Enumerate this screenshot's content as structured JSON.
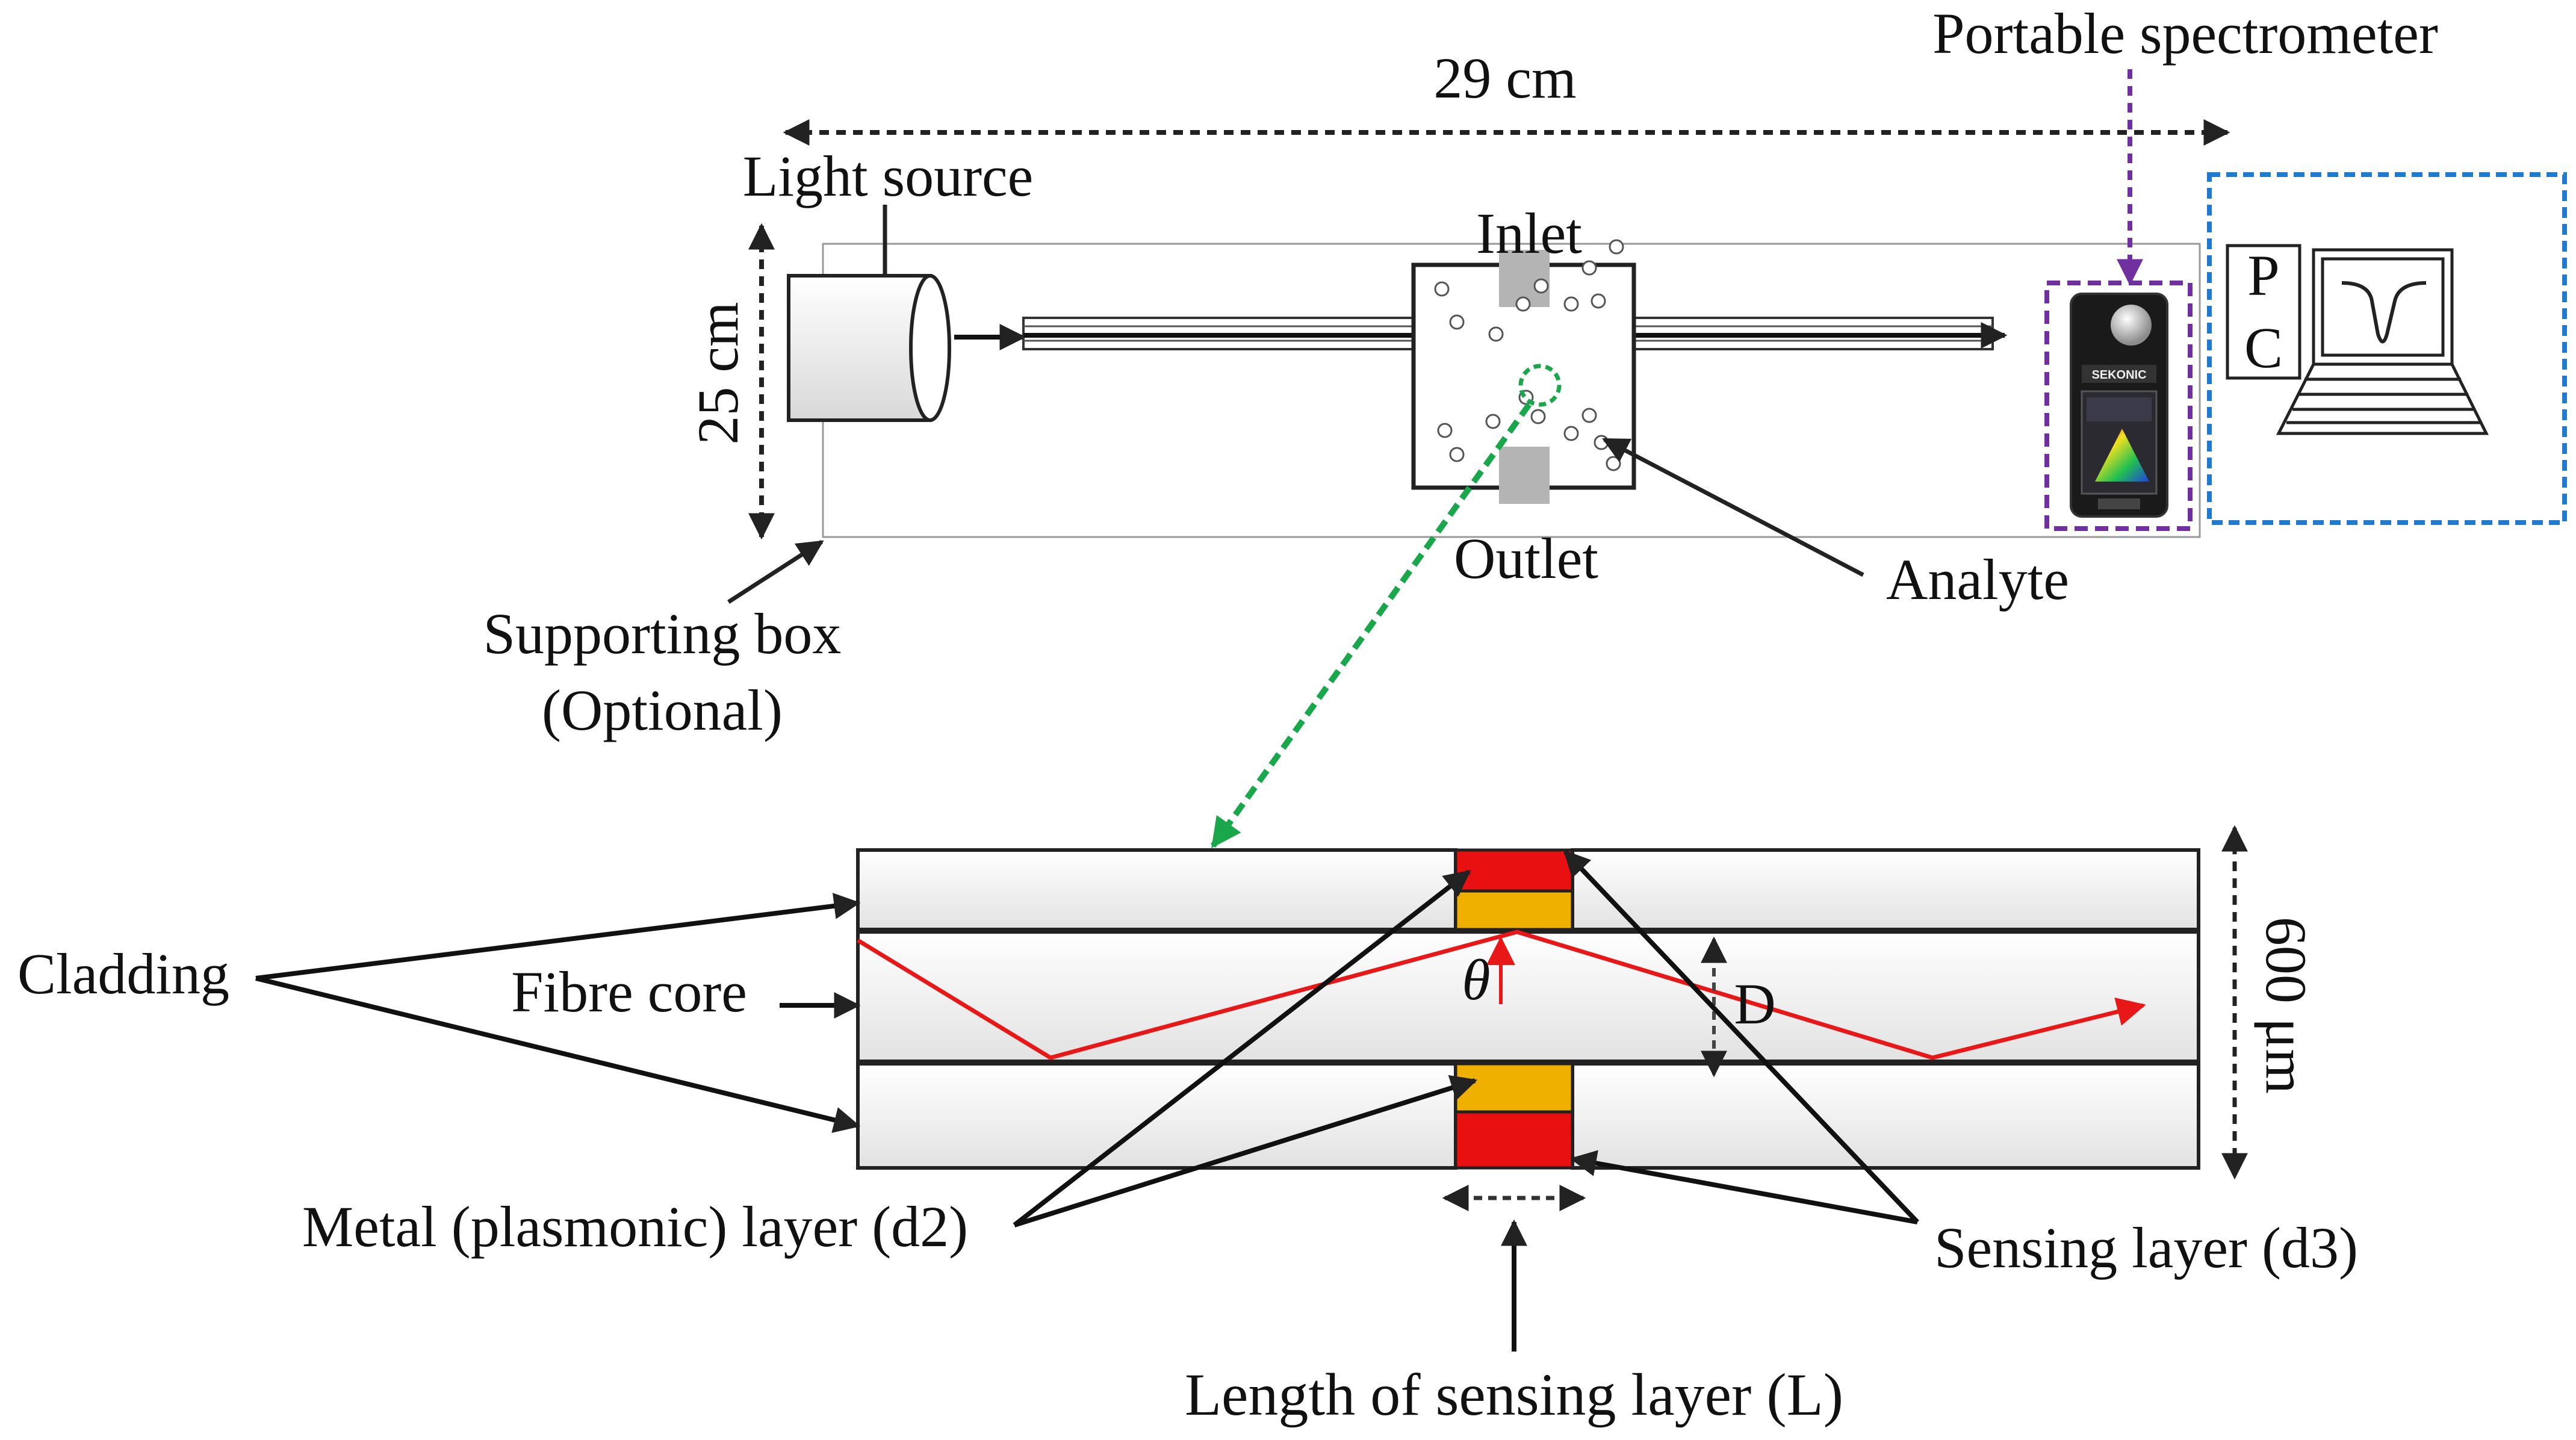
{
  "labels": {
    "portable_spectrometer": "Portable spectrometer",
    "width_dim": "29 cm",
    "light_source": "Light source",
    "inlet": "Inlet",
    "outlet": "Outlet",
    "height_dim": "25 cm",
    "analyte": "Analyte",
    "supporting_box_line1": "Supporting box",
    "supporting_box_line2": "(Optional)",
    "pc_p": "P",
    "pc_c": "C",
    "cladding": "Cladding",
    "fibre_core": "Fibre core",
    "theta": "θ",
    "D": "D",
    "thickness_dim": "600 μm",
    "metal_layer": "Metal (plasmonic) layer (d2)",
    "sensing_layer": "Sensing layer (d3)",
    "length_sensing": "Length of sensing layer (L)",
    "device_brand": "SEKONIC"
  },
  "colors": {
    "line": "#222222",
    "spectrometer_frame": "#7030a0",
    "pc_frame": "#1f7ad0",
    "zoom_arrow": "#1aa64a",
    "ray": "#e81818",
    "sensing_layer": "#e81010",
    "metal_layer": "#f0b000",
    "port": "#b4b4b4"
  }
}
